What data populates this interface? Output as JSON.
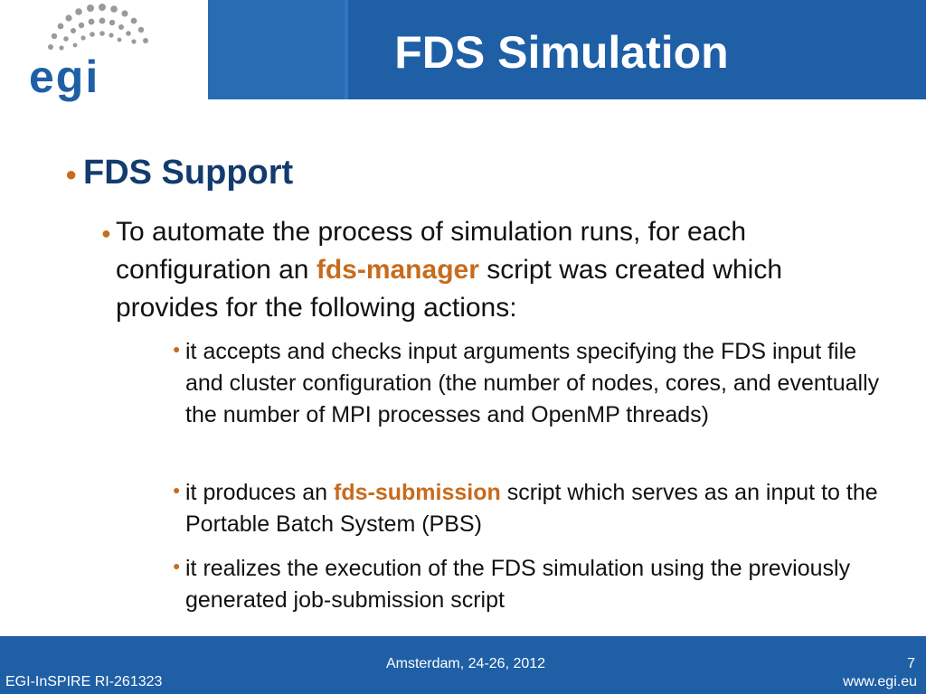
{
  "header": {
    "title": "FDS Simulation",
    "logo_text": "egi",
    "brand_color": "#1f5fa6",
    "accent_color": "#c86b1c",
    "logo_icon": "egi-logo-icon"
  },
  "content": {
    "level1": {
      "text": "FDS Support"
    },
    "level2": {
      "before_kw": "To automate the process of simulation runs, for each configuration an ",
      "kw": "fds-manager",
      "after_kw": " script was created which provides for the following actions:"
    },
    "level3": [
      {
        "text": "it accepts and checks input arguments specifying the FDS input file and cluster configuration (the number of nodes, cores,  and eventually the number of  MPI processes and OpenMP threads)"
      },
      {
        "before_kw": "it produces an ",
        "kw": "fds-submission",
        "after_kw": " script which serves as an input to the Portable Batch System (PBS)"
      },
      {
        "text": "it realizes the execution of the FDS simulation using the previously generated job-submission script"
      }
    ]
  },
  "footer": {
    "date": "Amsterdam, 24-26, 2012",
    "page_number": "7",
    "project": "EGI-InSPIRE RI-261323",
    "website": "www.egi.eu"
  }
}
